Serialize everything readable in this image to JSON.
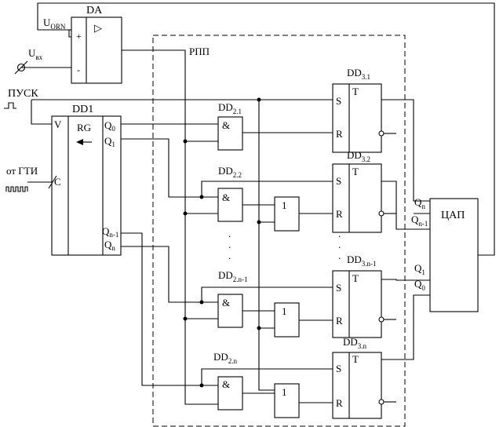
{
  "title": "",
  "da": {
    "name": "DA",
    "ref_label": "U",
    "ref_sub": "ORN",
    "in_label": "U",
    "in_sub": "вх",
    "plus": "+",
    "minus": "-",
    "buffer_symbol": "▷"
  },
  "rpp_label": "РПП",
  "start": {
    "label": "ПУСК"
  },
  "clock": {
    "label": "от ГТИ"
  },
  "dd1": {
    "name": "DD1",
    "type": "RG",
    "v": "V",
    "c": "C",
    "outputs": [
      {
        "main": "Q",
        "sub": "0"
      },
      {
        "main": "Q",
        "sub": "1"
      },
      {
        "main": "Q",
        "sub": "n-1"
      },
      {
        "main": "Q",
        "sub": "n"
      }
    ]
  },
  "and_gates": [
    {
      "main": "DD",
      "sub": "2.1",
      "symbol": "&"
    },
    {
      "main": "DD",
      "sub": "2.2",
      "symbol": "&"
    },
    {
      "main": "DD",
      "sub": "2.n-1",
      "symbol": "&"
    },
    {
      "main": "DD",
      "sub": "2.n",
      "symbol": "&"
    }
  ],
  "or_symbol": "1",
  "triggers": [
    {
      "main": "DD",
      "sub": "3.1",
      "s": "S",
      "r": "R",
      "t": "T"
    },
    {
      "main": "DD",
      "sub": "3.2",
      "s": "S",
      "r": "R",
      "t": "T"
    },
    {
      "main": "DD",
      "sub": "3.n-1",
      "s": "S",
      "r": "R",
      "t": "T"
    },
    {
      "main": "DD",
      "sub": "3.n",
      "s": "S",
      "r": "R",
      "t": "T"
    }
  ],
  "dac": {
    "name": "ЦАП",
    "inputs": [
      {
        "main": "Q",
        "sub": "n"
      },
      {
        "main": "Q",
        "sub": "n-1"
      },
      {
        "main": "Q",
        "sub": "1"
      },
      {
        "main": "Q",
        "sub": "0"
      }
    ]
  },
  "ellipsis": "."
}
